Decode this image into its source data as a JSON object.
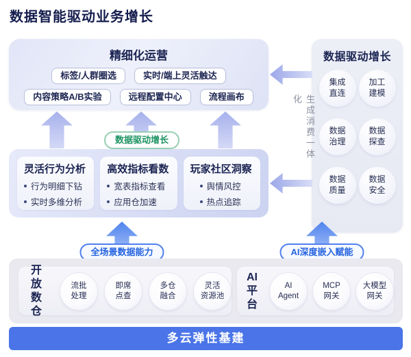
{
  "page_title": "数据智能驱动业务增长",
  "refined_ops": {
    "title": "精细化运营",
    "tags_row1": [
      "标签/人群圈选",
      "实时/端上灵活触达"
    ],
    "tags_row2": [
      "内容策略A/B实验",
      "远程配置中心",
      "流程画布"
    ]
  },
  "data_growth": {
    "title": "数据驱动增长",
    "capabilities": [
      "集成\n直连",
      "加工\n建模",
      "数据\n治理",
      "数据\n探查",
      "数据\n质量",
      "数据\n安全"
    ]
  },
  "vertical_label": "生成消费一体化",
  "middle_badge": "数据驱动增长",
  "analysis_cards": [
    {
      "title": "灵活行为分析",
      "bullets": [
        "行为明细下钻",
        "实时多维分析"
      ]
    },
    {
      "title": "高效指标看数",
      "bullets": [
        "宽表指标查看",
        "应用仓加速"
      ]
    },
    {
      "title": "玩家社区洞察",
      "bullets": [
        "舆情风控",
        "热点追踪"
      ]
    }
  ],
  "bottom_badges": {
    "left": "全场景数据能力",
    "right": "AI深度嵌入赋能"
  },
  "open_warehouse": {
    "label": "开放\n数仓",
    "capabilities": [
      "流批\n处理",
      "即席\n点查",
      "多仓\n融合",
      "灵活\n资源池"
    ]
  },
  "ai_platform": {
    "label": "AI\n平台",
    "capabilities": [
      "AI\nAgent",
      "MCP\n网关",
      "大模型\n网关"
    ]
  },
  "infra_bar": "多云弹性基建",
  "colors": {
    "accent_blue": "#4a74e8",
    "badge_green": "#1e9463",
    "navy": "#1b2452"
  }
}
